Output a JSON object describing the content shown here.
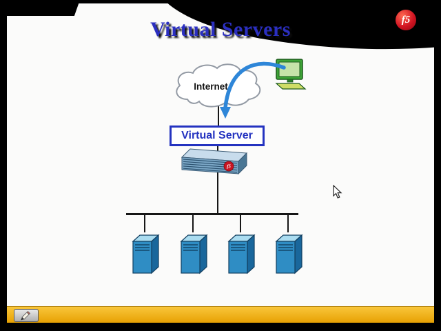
{
  "slide": {
    "title": "Virtual Servers",
    "logo": {
      "text": "f5"
    },
    "diagram": {
      "internet_label": "Internet",
      "virtual_server_label": "Virtual Server",
      "appliance_badge": "f5",
      "server_count": 4
    },
    "colors": {
      "title_blue": "#2b2fc0",
      "box_blue": "#2433c0",
      "arrow_blue": "#2e86d8",
      "f5_red": "#c81422",
      "server_blue": "#2f8dc4",
      "bottom_bar_gold": "#eca90a"
    }
  }
}
